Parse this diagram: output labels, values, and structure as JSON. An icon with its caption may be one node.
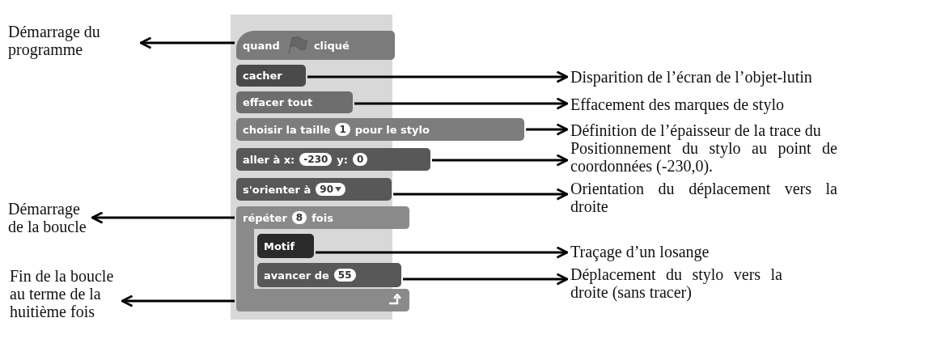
{
  "diagram": {
    "nodes": [
      {
        "text": [
          "Démarrage du programme"
        ]
      },
      {
        "text": [
          "quand",
          "cliqué"
        ]
      },
      {
        "text": [
          "cacher"
        ]
      },
      {
        "text": [
          "Disparition de l’écran de l’objet-lutin"
        ]
      },
      {
        "text": [
          "effacer tout"
        ]
      },
      {
        "text": [
          "Effacement des marques de stylo"
        ]
      },
      {
        "text": [
          "choisir la taille",
          "1",
          "pour le stylo"
        ]
      },
      {
        "text": [
          "Définition de l’épaisseur de la trace du"
        ]
      },
      {
        "text": [
          "aller à x:",
          "-230",
          "y:",
          "0"
        ]
      },
      {
        "text": [
          "Positionnement du stylo au point de coordonnées (-230,0)."
        ]
      },
      {
        "text": [
          "s'orienter à",
          "90"
        ]
      },
      {
        "text": [
          "Orientation du déplacement vers la droite"
        ]
      },
      {
        "text": [
          "Démarrage de la boucle"
        ]
      },
      {
        "text": [
          "répéter",
          "8",
          "fois"
        ]
      },
      {
        "text": [
          "Motif"
        ],
        "in": 13
      },
      {
        "text": [
          "Traçage d’un losange"
        ]
      },
      {
        "text": [
          "avancer de",
          "55"
        ],
        "in": 13
      },
      {
        "text": [
          "Déplacement du stylo vers la droite (sans tracer)"
        ]
      },
      {
        "text": [
          "Fin de la boucle au terme de la huitième fois"
        ]
      }
    ],
    "edges": [
      {
        "from": 1,
        "to": 0,
        "arrow": "to"
      },
      {
        "from": 2,
        "to": 3,
        "arrow": "to"
      },
      {
        "from": 4,
        "to": 5,
        "arrow": "to"
      },
      {
        "from": 6,
        "to": 7,
        "arrow": "to"
      },
      {
        "from": 8,
        "to": 9,
        "arrow": "to"
      },
      {
        "from": 10,
        "to": 11,
        "arrow": "to"
      },
      {
        "from": 13,
        "to": 12,
        "arrow": "to"
      },
      {
        "from": 14,
        "to": 15,
        "arrow": "to"
      },
      {
        "from": 16,
        "to": 17,
        "arrow": "to"
      },
      {
        "from": 13,
        "to": 18,
        "arrow": "to"
      }
    ]
  }
}
